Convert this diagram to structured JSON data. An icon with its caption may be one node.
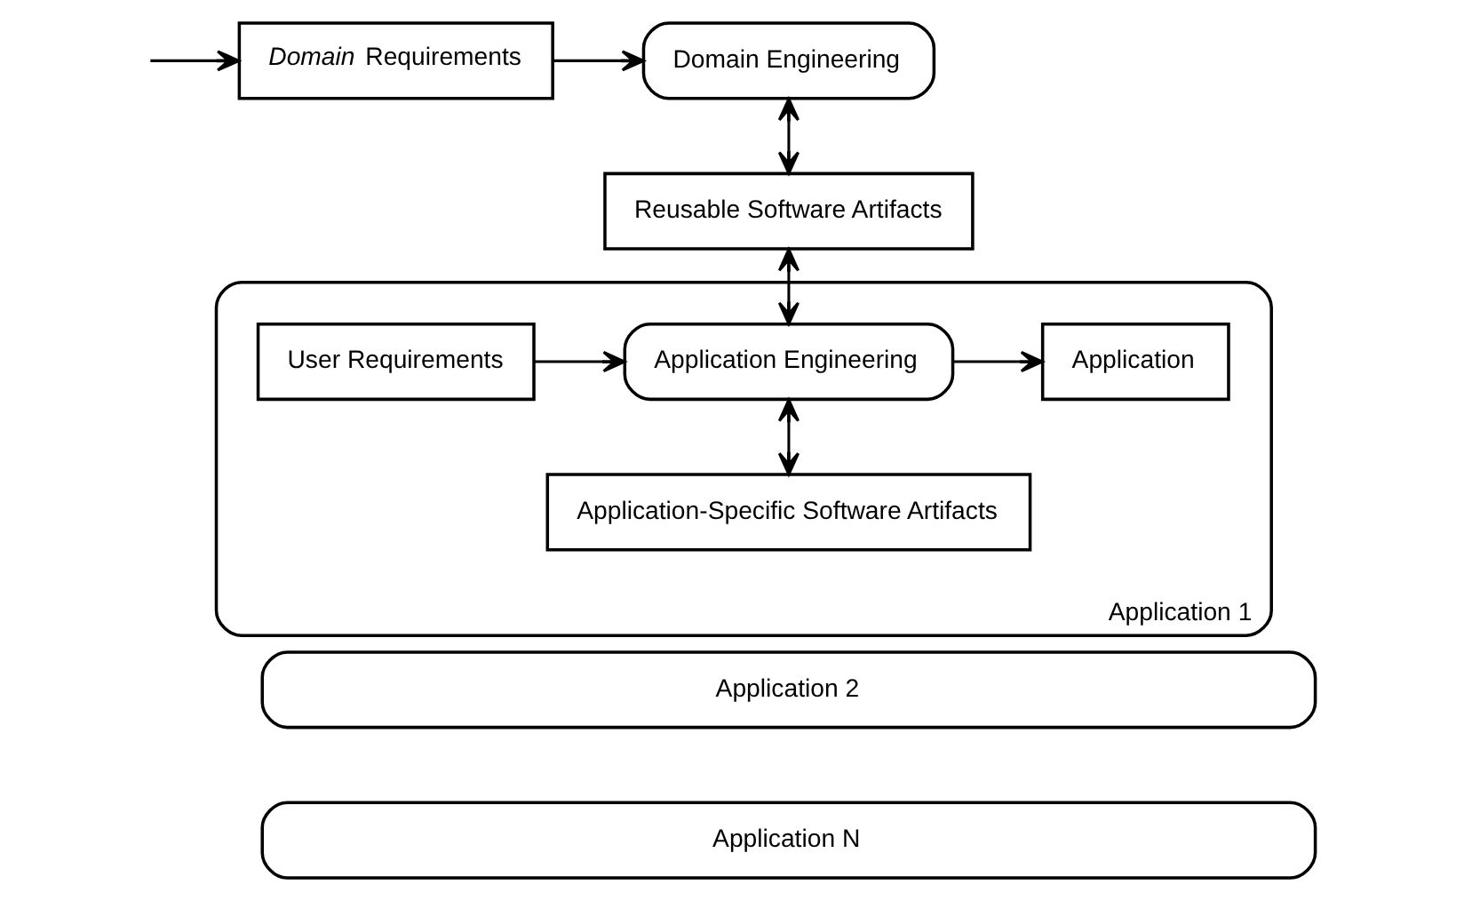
{
  "diagram": {
    "nodes": [
      {
        "text": [
          "*Domain* Requirements"
        ]
      },
      {
        "text": [
          "Domain Engineering"
        ]
      },
      {
        "text": [
          "Reusable Software Artifacts"
        ]
      },
      {
        "text": [
          "Application 1"
        ]
      },
      {
        "text": [
          "User Requirements"
        ],
        "in": 3
      },
      {
        "text": [
          "Application Engineering"
        ],
        "in": 3
      },
      {
        "text": [
          "Application"
        ],
        "in": 3
      },
      {
        "text": [
          "Application-Specific Software Artifacts"
        ],
        "in": 3
      },
      {
        "text": [
          "Application 2"
        ]
      },
      {
        "text": [
          "Application N"
        ]
      }
    ],
    "edges": [
      {
        "from": null,
        "to": 0,
        "arrow": "to"
      },
      {
        "from": 0,
        "to": 1,
        "arrow": "to"
      },
      {
        "from": 1,
        "to": 2,
        "arrow": "both"
      },
      {
        "from": 2,
        "to": 5,
        "arrow": "both"
      },
      {
        "from": 4,
        "to": 5,
        "arrow": "to"
      },
      {
        "from": 5,
        "to": 6,
        "arrow": "to"
      },
      {
        "from": 5,
        "to": 7,
        "arrow": "both"
      }
    ]
  }
}
